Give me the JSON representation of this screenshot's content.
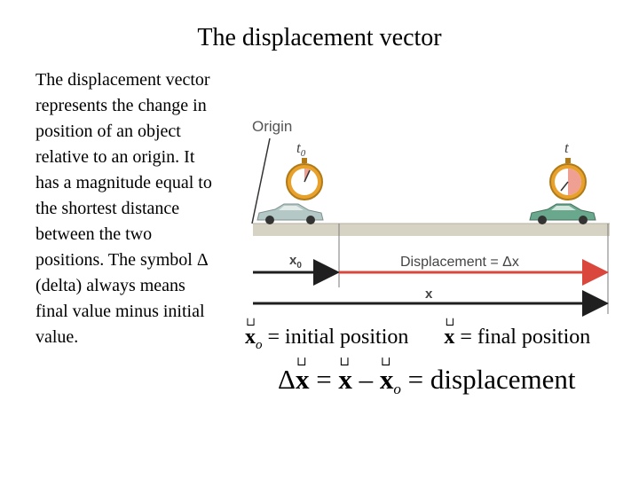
{
  "slide": {
    "title": "The displacement vector",
    "paragraph": "The displacement vector represents the change in position of an object relative to an origin. It has a magnitude equal to the shortest distance between the two positions. The symbol Δ (delta) always means final value minus initial value."
  },
  "figure": {
    "origin_label": "Origin",
    "t0_label": "t",
    "t0_sub": "0",
    "t_label": "t",
    "x0_label": "x",
    "x0_sub": "0",
    "displacement_label": "Displacement = Δx",
    "x_label": "x",
    "colors": {
      "arrow_dark": "#1f1f1f",
      "arrow_red": "#d9473d",
      "road": "#d7d3c4",
      "clock_gold": "#e8a12a",
      "clock_red": "#f0a093",
      "car_teal": "#6aa88e"
    }
  },
  "equations": {
    "line1": {
      "x": "x",
      "x_sub": "o",
      "initial_text": "= initial position",
      "x2": "x",
      "final_text": "= final position"
    },
    "line2": {
      "delta": "Δ",
      "x1": "x",
      "eq1": "=",
      "x2": "x",
      "minus": "–",
      "x3": "x",
      "x3_sub": "o",
      "eq2": "= displacement"
    }
  }
}
